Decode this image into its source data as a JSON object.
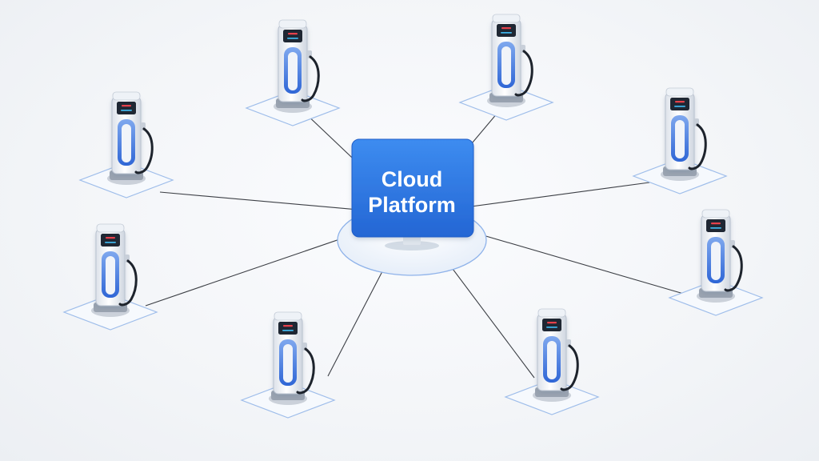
{
  "hub": {
    "label_line1": "Cloud",
    "label_line2": "Platform"
  },
  "node_count": 8,
  "colors": {
    "hub_blue": "#2f7fe6",
    "accent_blue": "#3b78e0",
    "screen_red": "#e4414b",
    "screen_cyan": "#3fb3e8",
    "connector_line": "#3c3f45"
  },
  "icons": {
    "node": "ev-charging-station-icon",
    "hub": "cloud-platform-monitor"
  }
}
